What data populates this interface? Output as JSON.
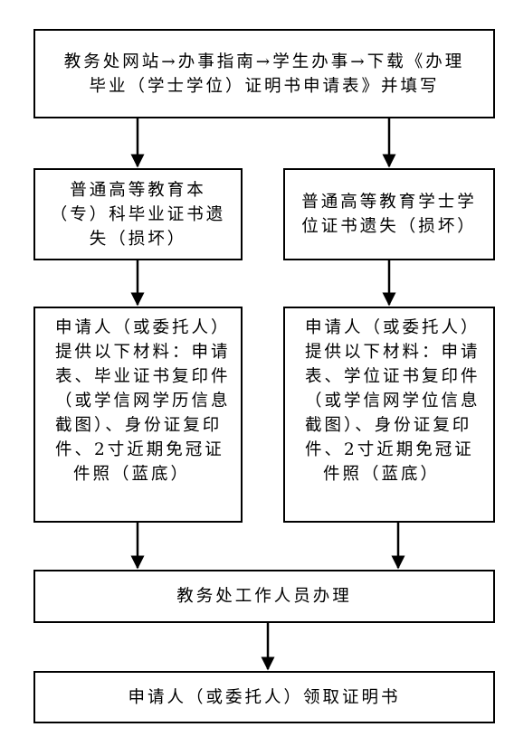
{
  "nodes": {
    "step1": {
      "lines": [
        "教务处网站→办事指南→学生办事→下载《办理",
        "毕业（学士学位）证明书申请表》并填写"
      ]
    },
    "left_case": {
      "lines": [
        "普通高等教育本",
        "（专）科毕业证书遗",
        "失（损坏）"
      ]
    },
    "right_case": {
      "lines": [
        "普通高等教育学士学",
        "位证书遗失（损坏）"
      ]
    },
    "left_materials": {
      "lines": [
        "申请人（或委托人）",
        "提供以下材料：申请",
        "表、毕业证书复印件",
        "（或学信网学历信息",
        "截图）、身份证复印",
        "件、2寸近期免冠证",
        "件照（蓝底）"
      ]
    },
    "right_materials": {
      "lines": [
        "申请人（或委托人）",
        "提供以下材料：申请",
        "表、学位证书复印件",
        "（或学信网学位信息",
        "截图）、身份证复印",
        "件、2寸近期免冠证",
        "件照（蓝底）"
      ]
    },
    "process": {
      "lines": [
        "教务处工作人员办理"
      ]
    },
    "collect": {
      "lines": [
        "申请人（或委托人）领取证明书"
      ]
    }
  },
  "edges": [
    {
      "from": "step1",
      "to": "left_case"
    },
    {
      "from": "step1",
      "to": "right_case"
    },
    {
      "from": "left_case",
      "to": "left_materials"
    },
    {
      "from": "right_case",
      "to": "right_materials"
    },
    {
      "from": "left_materials",
      "to": "process"
    },
    {
      "from": "right_materials",
      "to": "process"
    },
    {
      "from": "process",
      "to": "collect"
    }
  ]
}
